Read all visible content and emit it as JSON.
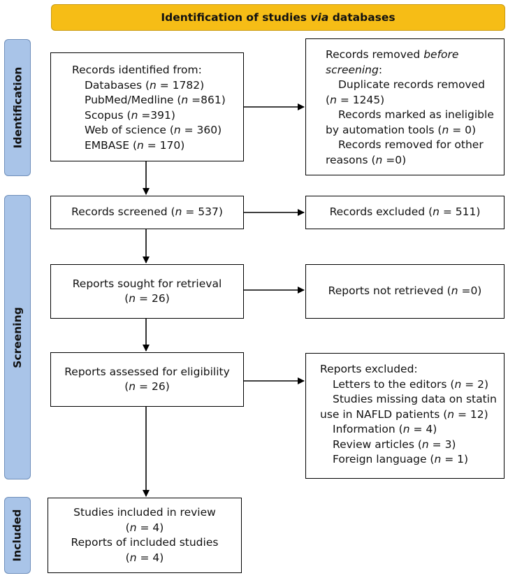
{
  "header": {
    "pre": "Identification of studies ",
    "em": "via",
    "post": " databases"
  },
  "phases": {
    "identification": "Identification",
    "screening": "Screening",
    "included": "Included"
  },
  "identified": {
    "title": "Records identified from:",
    "items": [
      {
        "pre": "Databases (",
        "n": "n",
        "post": " = 1782)"
      },
      {
        "pre": "PubMed/Medline (",
        "n": "n",
        "post": " =861)"
      },
      {
        "pre": "Scopus (",
        "n": "n",
        "post": " =391)"
      },
      {
        "pre": "Web of science (",
        "n": "n",
        "post": " = 360)"
      },
      {
        "pre": "EMBASE (",
        "n": "n",
        "post": " = 170)"
      }
    ]
  },
  "removed": {
    "title_pre": "Records removed ",
    "title_em": "before screening",
    "title_post": ":",
    "l1": "Duplicate records removed",
    "l2_pre": "(",
    "l2_n": "n",
    "l2_post": " = 1245)",
    "l3": "Records marked as ineligible",
    "l4_pre": "by automation tools (",
    "l4_n": "n",
    "l4_post": " = 0)",
    "l5": "Records removed for other",
    "l6_pre": "reasons (",
    "l6_n": "n",
    "l6_post": " =0)"
  },
  "screened": {
    "pre": "Records screened (",
    "n": "n",
    "post": " = 537)"
  },
  "excluded": {
    "pre": "Records excluded (",
    "n": "n",
    "post": " = 511)"
  },
  "sought": {
    "line1": "Reports sought for retrieval",
    "pre": "(",
    "n": "n",
    "post": " = 26)"
  },
  "not_retrieved": {
    "pre": "Reports not retrieved (",
    "n": "n",
    "post": " =0)"
  },
  "assessed": {
    "line1": "Reports assessed for eligibility",
    "pre": "(",
    "n": "n",
    "post": " = 26)"
  },
  "reports_excluded": {
    "title": "Reports excluded:",
    "l1_pre": "Letters to the editors (",
    "l1_n": "n",
    "l1_post": " = 2)",
    "l2": "Studies missing data on statin",
    "l3_pre": "use in NAFLD patients (",
    "l3_n": "n",
    "l3_post": " = 12)",
    "l4_pre": "Information (",
    "l4_n": "n",
    "l4_post": " = 4)",
    "l5_pre": "Review articles (",
    "l5_n": "n",
    "l5_post": " = 3)",
    "l6_pre": "Foreign language (",
    "l6_n": "n",
    "l6_post": " = 1)"
  },
  "included": {
    "line1": "Studies included in review",
    "l2_pre": "(",
    "l2_n": "n",
    "l2_post": " = 4)",
    "line3": "Reports of included studies",
    "l4_pre": "(",
    "l4_n": "n",
    "l4_post": " = 4)"
  }
}
